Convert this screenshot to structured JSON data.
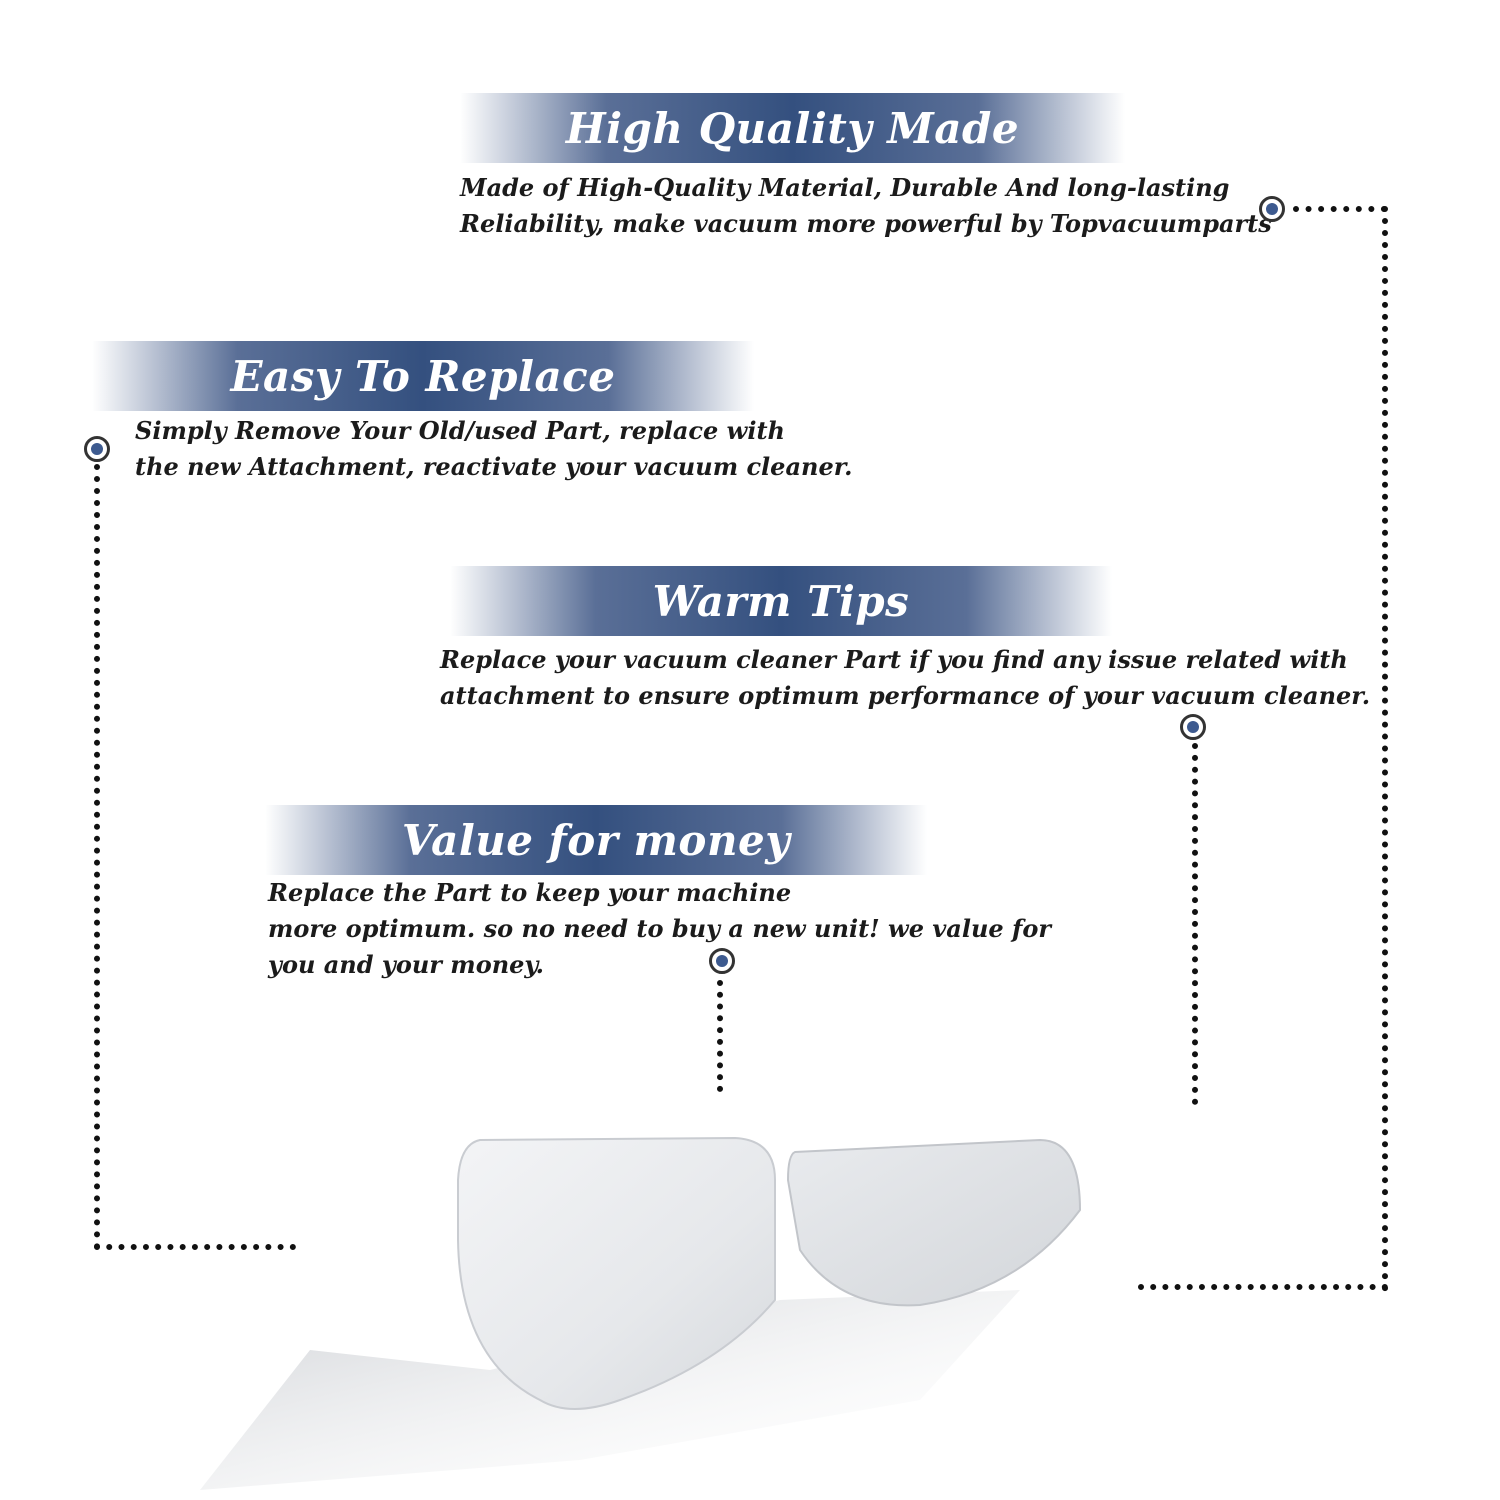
{
  "features": [
    {
      "title": "High Quality Made",
      "lines": [
        "Made of  High-Quality Material, Durable And long-lasting",
        "Reliability, make vacuum more powerful by Topvacuumparts"
      ]
    },
    {
      "title": "Easy To Replace",
      "lines": [
        "Simply Remove Your Old/used Part, replace with",
        "the new Attachment, reactivate your vacuum cleaner."
      ]
    },
    {
      "title": "Warm Tips",
      "lines": [
        "Replace your vacuum cleaner Part if you find any issue related with",
        " attachment to ensure optimum performance of your vacuum cleaner."
      ]
    },
    {
      "title": "Value for money",
      "lines": [
        "Replace the Part to keep your machine",
        "more optimum. so no need to buy a new unit! we value for",
        "you and your money."
      ]
    }
  ],
  "colors": {
    "banner": "#34507f",
    "dot": "#3d5a8f",
    "text": "#1b1b1b"
  },
  "icons": {
    "marker": "target-dot-icon"
  }
}
